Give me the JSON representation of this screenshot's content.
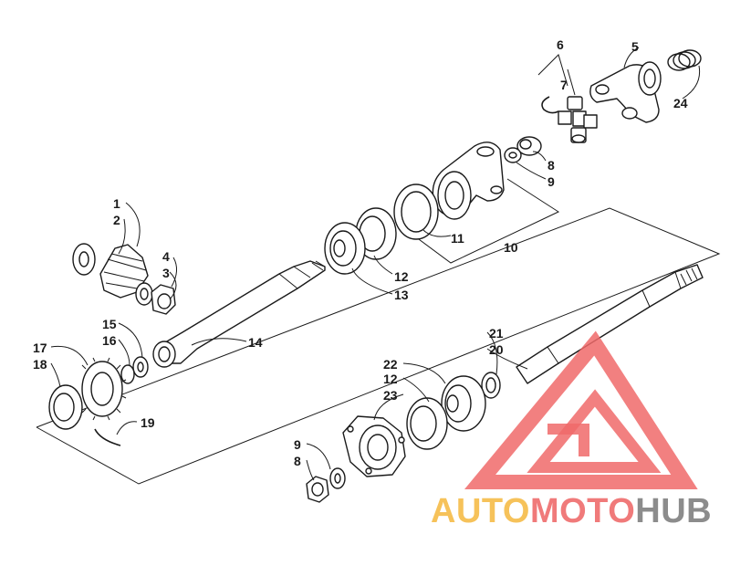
{
  "callouts": [
    {
      "id": "c1",
      "text": "1"
    },
    {
      "id": "c2",
      "text": "2"
    },
    {
      "id": "c3",
      "text": "3"
    },
    {
      "id": "c4",
      "text": "4"
    },
    {
      "id": "c5",
      "text": "5"
    },
    {
      "id": "c6",
      "text": "6"
    },
    {
      "id": "c7",
      "text": "7"
    },
    {
      "id": "c8a",
      "text": "8"
    },
    {
      "id": "c9a",
      "text": "9"
    },
    {
      "id": "c10",
      "text": "10"
    },
    {
      "id": "c11",
      "text": "11"
    },
    {
      "id": "c12a",
      "text": "12"
    },
    {
      "id": "c13",
      "text": "13"
    },
    {
      "id": "c14",
      "text": "14"
    },
    {
      "id": "c15",
      "text": "15"
    },
    {
      "id": "c16",
      "text": "16"
    },
    {
      "id": "c17",
      "text": "17"
    },
    {
      "id": "c18",
      "text": "18"
    },
    {
      "id": "c19",
      "text": "19"
    },
    {
      "id": "c20",
      "text": "20"
    },
    {
      "id": "c21",
      "text": "21"
    },
    {
      "id": "c22",
      "text": "22"
    },
    {
      "id": "c12b",
      "text": "12"
    },
    {
      "id": "c23",
      "text": "23"
    },
    {
      "id": "c24",
      "text": "24"
    },
    {
      "id": "c9b",
      "text": "9"
    },
    {
      "id": "c8b",
      "text": "8"
    }
  ],
  "watermark": {
    "part1": "AUTO",
    "part2": "MOTO",
    "part3": "HUB",
    "color1": "#f6c25a",
    "color2": "#f07a7a",
    "color3": "#8c8c8c",
    "triangle_color": "#f06a6a"
  }
}
